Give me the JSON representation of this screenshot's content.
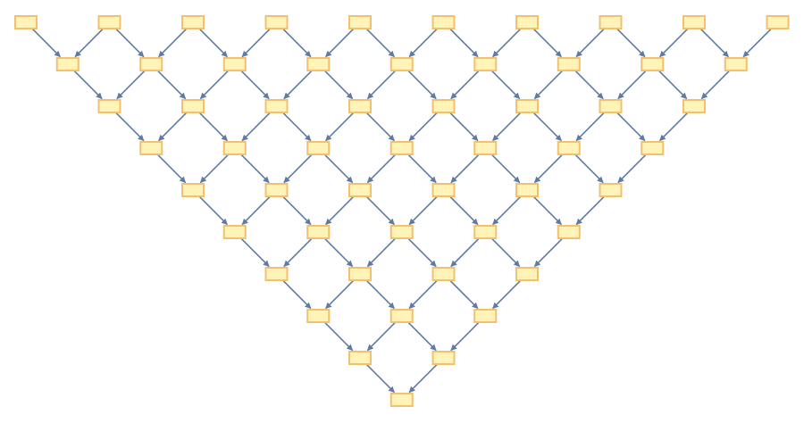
{
  "diagram": {
    "type": "layered-dag",
    "shape": "inverted-triangle",
    "layers": 10,
    "top_layer_nodes": 10,
    "node_count": 55,
    "edge_count": 90,
    "edge_direction": "down",
    "nodes_labeled": false,
    "colors": {
      "node_fill": "#fff3b8",
      "node_stroke": "#f2c06f",
      "edge": "#5f7ba3",
      "background": "#ffffff"
    }
  }
}
